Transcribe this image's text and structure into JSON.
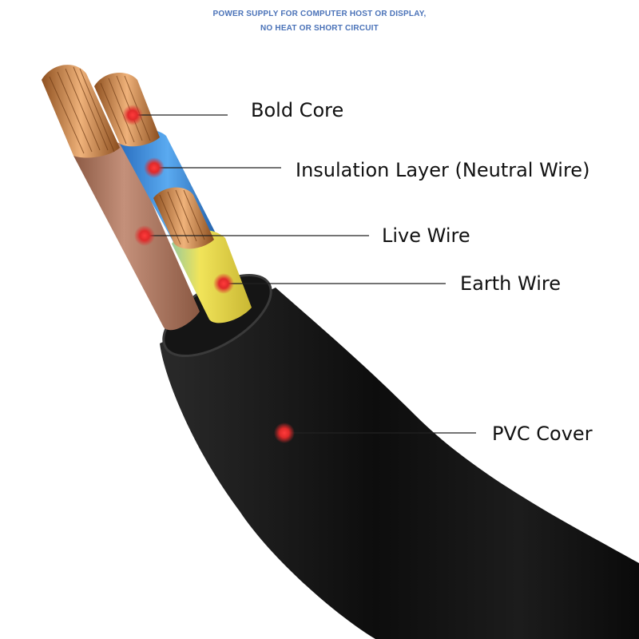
{
  "header": {
    "line1": "POWER SUPPLY FOR COMPUTER HOST OR DISPLAY,",
    "line2": "NO HEAT OR SHORT CIRCUIT"
  },
  "labels": {
    "bold_core": "Bold Core",
    "insulation_layer": "Insulation Layer (Neutral Wire)",
    "live_wire": "Live Wire",
    "earth_wire": "Earth Wire",
    "pvc_cover": "PVC Cover"
  },
  "colors": {
    "copper": "#c98a4c",
    "brown_insulation": "#b07a60",
    "blue_insulation": "#3f8fd8",
    "yellow_green_insulation": "#e4d64a",
    "pvc_black": "#1a1a1a",
    "marker_red": "#e03030",
    "header_blue": "#4a72b8"
  }
}
